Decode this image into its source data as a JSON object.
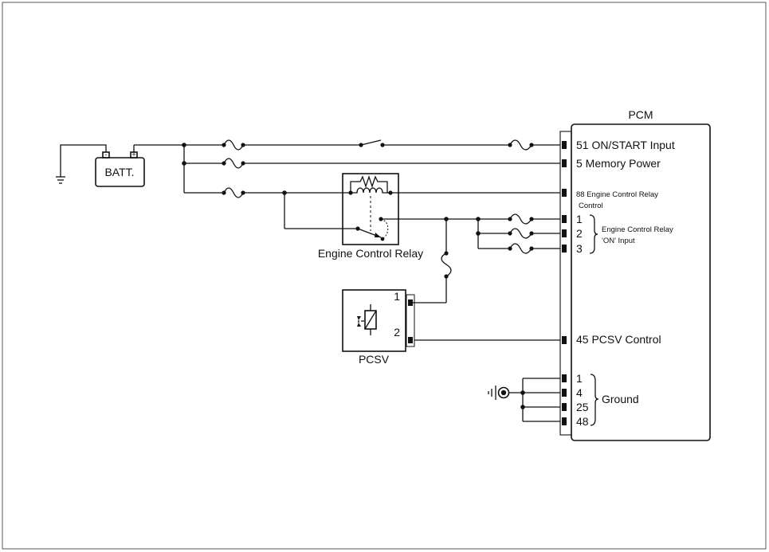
{
  "pcm": {
    "title": "PCM",
    "pins": {
      "on_start": "51 ON/START Input",
      "memory_power": "5 Memory Power",
      "ecr_control_line1": "88 Engine Control Relay",
      "ecr_control_line2": "Control",
      "ecr_on_1": "1",
      "ecr_on_2": "2",
      "ecr_on_3": "3",
      "ecr_on_label_line1": "Engine Control Relay",
      "ecr_on_label_line2": "'ON' Input",
      "pcsv_control": "45 PCSV Control",
      "gnd_1": "1",
      "gnd_4": "4",
      "gnd_25": "25",
      "gnd_48": "48",
      "ground_label": "Ground"
    }
  },
  "battery": {
    "label": "BATT.",
    "neg": "-",
    "pos": "+"
  },
  "relay": {
    "label": "Engine Control Relay"
  },
  "pcsv": {
    "label": "PCSV",
    "pin1": "1",
    "pin2": "2"
  }
}
